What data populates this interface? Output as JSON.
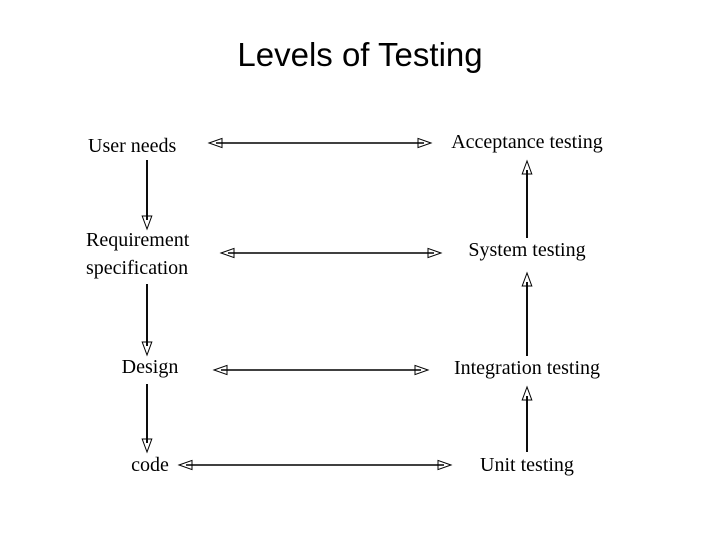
{
  "slide": {
    "title": "Levels of Testing",
    "background_color": "#ffffff",
    "ink_color": "#000000"
  },
  "diagram": {
    "type": "v-model",
    "description": "V-model showing development phases on the left mapped to corresponding testing levels on the right",
    "left_column": {
      "name": "development-phases",
      "flow_direction": "downward",
      "nodes": [
        {
          "id": "user-needs",
          "label": "User needs"
        },
        {
          "id": "requirement-spec",
          "label": "Requirement\nspecification"
        },
        {
          "id": "design",
          "label": "Design"
        },
        {
          "id": "code",
          "label": "code"
        }
      ]
    },
    "right_column": {
      "name": "testing-levels",
      "flow_direction": "upward",
      "nodes": [
        {
          "id": "acceptance-testing",
          "label": "Acceptance testing"
        },
        {
          "id": "system-testing",
          "label": "System testing"
        },
        {
          "id": "integration-testing",
          "label": "Integration testing"
        },
        {
          "id": "unit-testing",
          "label": "Unit testing"
        }
      ]
    },
    "connectors": {
      "horizontal": {
        "style": "double-headed",
        "pairs": [
          {
            "from": "user-needs",
            "to": "acceptance-testing"
          },
          {
            "from": "requirement-spec",
            "to": "system-testing"
          },
          {
            "from": "design",
            "to": "integration-testing"
          },
          {
            "from": "code",
            "to": "unit-testing"
          }
        ]
      },
      "left_vertical": {
        "style": "single-headed-down",
        "segments": [
          {
            "from": "user-needs",
            "to": "requirement-spec"
          },
          {
            "from": "requirement-spec",
            "to": "design"
          },
          {
            "from": "design",
            "to": "code"
          }
        ]
      },
      "right_vertical": {
        "style": "single-headed-up",
        "segments": [
          {
            "from": "unit-testing",
            "to": "integration-testing"
          },
          {
            "from": "integration-testing",
            "to": "system-testing"
          },
          {
            "from": "system-testing",
            "to": "acceptance-testing"
          }
        ]
      }
    }
  }
}
